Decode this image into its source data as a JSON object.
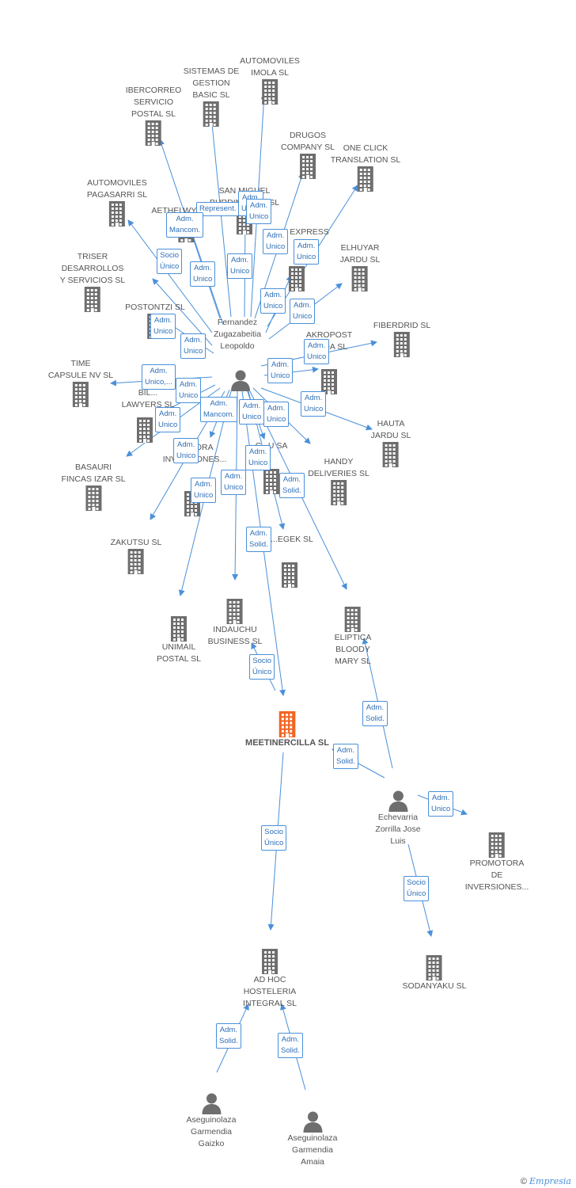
{
  "colors": {
    "edge": "#4a90d9",
    "badge_border": "#4a90d9",
    "badge_text": "#2f6fb8",
    "node_text": "#555555",
    "building": "#6e6e6e",
    "building_main": "#f26522",
    "person": "#6e6e6e"
  },
  "nodes": [
    {
      "id": "automoviles-imola",
      "type": "company",
      "lines": [
        "AUTOMOVILES",
        "IMOLA SL"
      ]
    },
    {
      "id": "sistemas-gestion",
      "type": "company",
      "lines": [
        "SISTEMAS DE",
        "GESTION",
        "BASIC  SL"
      ]
    },
    {
      "id": "ibercorreo",
      "type": "company",
      "lines": [
        "IBERCORREO",
        "SERVICIO",
        "POSTAL SL"
      ]
    },
    {
      "id": "drugos",
      "type": "company",
      "lines": [
        "DRUGOS",
        "COMPANY SL"
      ]
    },
    {
      "id": "one-click",
      "type": "company",
      "lines": [
        "ONE CLICK",
        "TRANSLATION SL"
      ]
    },
    {
      "id": "automoviles-pagasarri",
      "type": "company",
      "lines": [
        "AUTOMOVILES",
        "PAGASARRI SL"
      ]
    },
    {
      "id": "san-miguel",
      "type": "company",
      "lines": [
        "SAN MIGUEL",
        "BURDINDEGIA SL"
      ]
    },
    {
      "id": "aethelwyne",
      "type": "company",
      "lines": [
        "AETHELWYNE SL"
      ]
    },
    {
      "id": "express",
      "type": "company",
      "lines": [
        "EXPRESS"
      ]
    },
    {
      "id": "elhuyar",
      "type": "company",
      "lines": [
        "ELHUYAR",
        "JARDU SL"
      ]
    },
    {
      "id": "triser",
      "type": "company",
      "lines": [
        "TRISER",
        "DESARROLLOS",
        "Y SERVICIOS  SL"
      ]
    },
    {
      "id": "postontzi",
      "type": "company",
      "lines": [
        "POSTONTZI SL"
      ]
    },
    {
      "id": "fiberdrid",
      "type": "company",
      "lines": [
        "FIBERDRID  SL"
      ]
    },
    {
      "id": "akropost",
      "type": "company",
      "lines": [
        "AKROPOST",
        "C...DA SL"
      ]
    },
    {
      "id": "time-capsule",
      "type": "company",
      "lines": [
        "TIME",
        "CAPSULE NV  SL"
      ]
    },
    {
      "id": "bilbao-lawyers",
      "type": "company",
      "lines": [
        "BIL...",
        "LAWYERS SL"
      ]
    },
    {
      "id": "hauta",
      "type": "company",
      "lines": [
        "HAUTA",
        "JARDU SL"
      ]
    },
    {
      "id": "comercializadora",
      "type": "company",
      "lines": [
        "CO...ORA",
        "INVERSIONES..."
      ]
    },
    {
      "id": "cia-sa",
      "type": "company",
      "lines": [
        "C...U SA"
      ]
    },
    {
      "id": "handy",
      "type": "company",
      "lines": [
        "HANDY",
        "DELIVERIES  SL"
      ]
    },
    {
      "id": "basauri",
      "type": "company",
      "lines": [
        "BASAURI",
        "FINCAS IZAR SL"
      ]
    },
    {
      "id": "zakutsu",
      "type": "company",
      "lines": [
        "ZAKUTSU SL"
      ]
    },
    {
      "id": "egek",
      "type": "company",
      "lines": [
        "...EGEK SL"
      ]
    },
    {
      "id": "unimail",
      "type": "company",
      "lines": [
        "UNIMAIL",
        "POSTAL SL"
      ]
    },
    {
      "id": "indauchu",
      "type": "company",
      "lines": [
        "INDAUCHU",
        "BUSINESS  SL"
      ]
    },
    {
      "id": "eliptica",
      "type": "company",
      "lines": [
        "ELIPTICA",
        "BLOODY",
        "MARY SL"
      ]
    },
    {
      "id": "meetinercilla",
      "type": "main",
      "lines": [
        "MEETINERCILLA SL"
      ]
    },
    {
      "id": "promotora",
      "type": "company",
      "lines": [
        "PROMOTORA",
        "DE",
        "INVERSIONES..."
      ]
    },
    {
      "id": "sodanyaku",
      "type": "company",
      "lines": [
        "SODANYAKU SL"
      ]
    },
    {
      "id": "ad-hoc",
      "type": "company",
      "lines": [
        "AD HOC",
        "HOSTELERIA",
        "INTEGRAL  SL"
      ]
    },
    {
      "id": "fernandez",
      "type": "person",
      "lines": [
        "Fernandez",
        "Zugazabeitia",
        "Leopoldo"
      ]
    },
    {
      "id": "echevarria",
      "type": "person",
      "lines": [
        "Echevarria",
        "Zorrilla Jose",
        "Luis"
      ]
    },
    {
      "id": "gaizko",
      "type": "person",
      "lines": [
        "Aseguinolaza",
        "Garmendia",
        "Gaizko"
      ]
    },
    {
      "id": "amaia",
      "type": "person",
      "lines": [
        "Aseguinolaza",
        "Garmendia",
        "Amaia"
      ]
    }
  ],
  "edges": [
    {
      "from": "fernandez",
      "to": "automoviles-imola"
    },
    {
      "from": "fernandez",
      "to": "sistemas-gestion"
    },
    {
      "from": "fernandez",
      "to": "ibercorreo"
    },
    {
      "from": "fernandez",
      "to": "drugos"
    },
    {
      "from": "fernandez",
      "to": "one-click"
    },
    {
      "from": "fernandez",
      "to": "automoviles-pagasarri"
    },
    {
      "from": "fernandez",
      "to": "san-miguel"
    },
    {
      "from": "fernandez",
      "to": "aethelwyne"
    },
    {
      "from": "fernandez",
      "to": "express"
    },
    {
      "from": "fernandez",
      "to": "elhuyar"
    },
    {
      "from": "fernandez",
      "to": "triser"
    },
    {
      "from": "fernandez",
      "to": "postontzi"
    },
    {
      "from": "fernandez",
      "to": "fiberdrid"
    },
    {
      "from": "fernandez",
      "to": "akropost"
    },
    {
      "from": "fernandez",
      "to": "time-capsule"
    },
    {
      "from": "fernandez",
      "to": "bilbao-lawyers"
    },
    {
      "from": "fernandez",
      "to": "hauta"
    },
    {
      "from": "fernandez",
      "to": "comercializadora"
    },
    {
      "from": "fernandez",
      "to": "cia-sa"
    },
    {
      "from": "fernandez",
      "to": "handy"
    },
    {
      "from": "fernandez",
      "to": "basauri"
    },
    {
      "from": "fernandez",
      "to": "zakutsu"
    },
    {
      "from": "fernandez",
      "to": "egek"
    },
    {
      "from": "fernandez",
      "to": "unimail"
    },
    {
      "from": "fernandez",
      "to": "indauchu"
    },
    {
      "from": "fernandez",
      "to": "eliptica"
    },
    {
      "from": "fernandez",
      "to": "meetinercilla"
    },
    {
      "from": "echevarria",
      "to": "eliptica"
    },
    {
      "from": "echevarria",
      "to": "meetinercilla"
    },
    {
      "from": "echevarria",
      "to": "promotora"
    },
    {
      "from": "echevarria",
      "to": "sodanyaku"
    },
    {
      "from": "meetinercilla",
      "to": "indauchu"
    },
    {
      "from": "meetinercilla",
      "to": "ad-hoc"
    },
    {
      "from": "gaizko",
      "to": "ad-hoc"
    },
    {
      "from": "amaia",
      "to": "ad-hoc"
    }
  ],
  "badges": [
    {
      "lines": [
        "Adm.",
        "Unico"
      ]
    },
    {
      "lines": [
        "Represent."
      ]
    },
    {
      "lines": [
        "Adm.",
        "Mancom."
      ]
    },
    {
      "lines": [
        "Adm.",
        "Unico"
      ]
    },
    {
      "lines": [
        "Adm.",
        "Unico"
      ]
    },
    {
      "lines": [
        "Socio",
        "Único"
      ]
    },
    {
      "lines": [
        "Adm.",
        "Unico"
      ]
    },
    {
      "lines": [
        "Adm.",
        "Unico"
      ]
    },
    {
      "lines": [
        "Adm.",
        "Unico"
      ]
    },
    {
      "lines": [
        "Adm.",
        "Unico"
      ]
    },
    {
      "lines": [
        "Adm.",
        "Unico"
      ]
    },
    {
      "lines": [
        "Adm.",
        "Unico"
      ]
    },
    {
      "lines": [
        "Adm.",
        "Unico"
      ]
    },
    {
      "lines": [
        "Adm.",
        "Unico"
      ]
    },
    {
      "lines": [
        "Adm.",
        "Unico"
      ]
    },
    {
      "lines": [
        "Adm.",
        "Unico"
      ]
    },
    {
      "lines": [
        "Adm.",
        "Unico,..."
      ]
    },
    {
      "lines": [
        "Adm.",
        "Unico"
      ]
    },
    {
      "lines": [
        "Adm.",
        "Unico"
      ]
    },
    {
      "lines": [
        "Adm.",
        "Mancom."
      ]
    },
    {
      "lines": [
        "Adm.",
        "Unico"
      ]
    },
    {
      "lines": [
        "Adm.",
        "Unico"
      ]
    },
    {
      "lines": [
        "Adm.",
        "Unico"
      ]
    },
    {
      "lines": [
        "Adm.",
        "Unico"
      ]
    },
    {
      "lines": [
        "Adm.",
        "Unico"
      ]
    },
    {
      "lines": [
        "Adm.",
        "Unico"
      ]
    },
    {
      "lines": [
        "Adm.",
        "Solid."
      ]
    },
    {
      "lines": [
        "Adm.",
        "Solid."
      ]
    },
    {
      "lines": [
        "Socio",
        "Único"
      ]
    },
    {
      "lines": [
        "Adm.",
        "Solid."
      ]
    },
    {
      "lines": [
        "Adm.",
        "Solid."
      ]
    },
    {
      "lines": [
        "Adm.",
        "Unico"
      ]
    },
    {
      "lines": [
        "Socio",
        "Único"
      ]
    },
    {
      "lines": [
        "Socio",
        "Único"
      ]
    },
    {
      "lines": [
        "Adm.",
        "Solid."
      ]
    },
    {
      "lines": [
        "Adm.",
        "Solid."
      ]
    }
  ],
  "footer": {
    "copyright": "©",
    "brand": "Empresia"
  }
}
